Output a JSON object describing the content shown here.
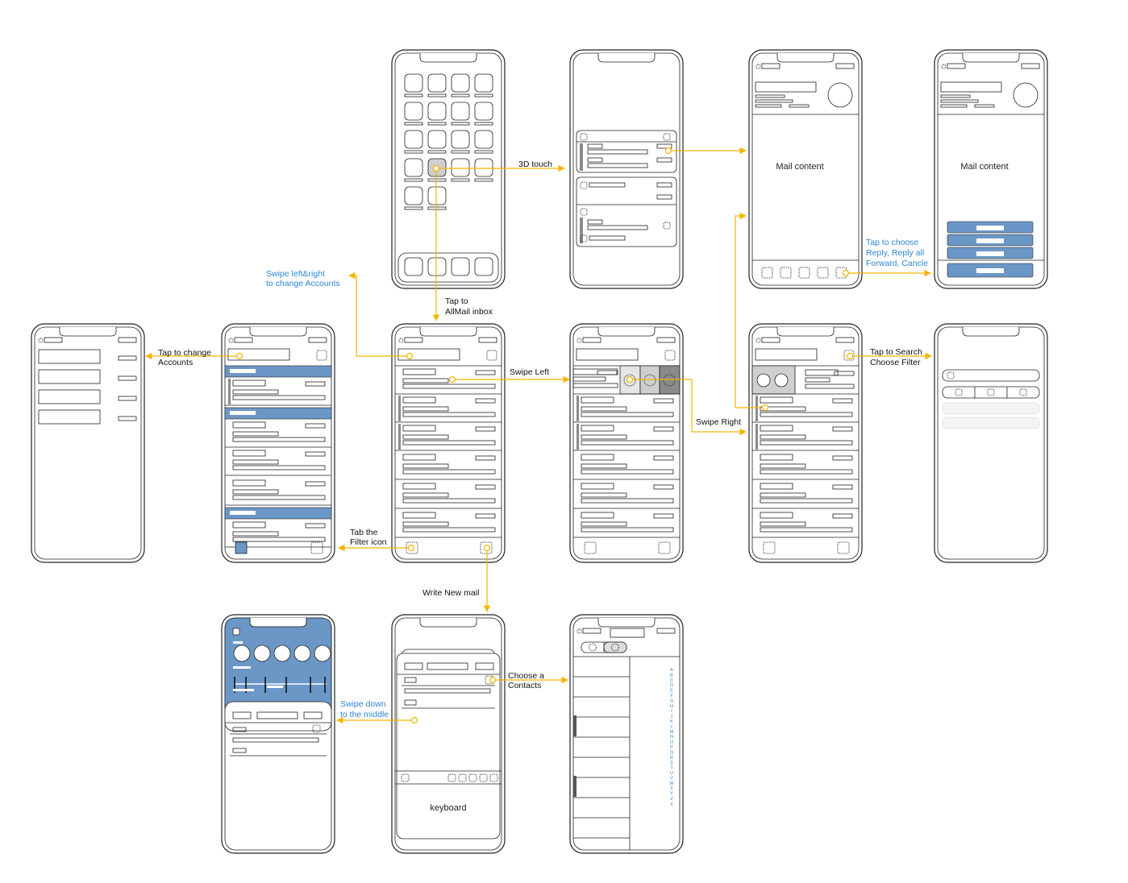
{
  "colors": {
    "arrow": "#f5b400",
    "accent_blue": "#6b97c6",
    "blue_text": "#2f86d6",
    "outline": "#222222",
    "gray_fill": "#cfcfcf",
    "dark_gray": "#8a8a8a"
  },
  "labels": {
    "three_d_touch": "3D touch",
    "tap_to_allmail_1": "Tap to",
    "tap_to_allmail_2": "AllMail inbox",
    "swipe_left": "Swipe Left",
    "swipe_right": "Swipe Right",
    "swipe_accounts_1": "Swipe left&right",
    "swipe_accounts_2": "to change Accounts",
    "tap_change_1": "Tap to change",
    "tap_change_2": "Accounts",
    "filter_icon_1": "Tab the",
    "filter_icon_2": "Filter icon",
    "write_new_mail": "Write New mail",
    "choose_contacts_1": "Choose a",
    "choose_contacts_2": "Contacts",
    "swipe_middle_1": "Swipe down",
    "swipe_middle_2": "to the middle",
    "tap_reply_1": "Tap to choose",
    "tap_reply_2": "Reply, Reply all",
    "tap_reply_3": "Forward, Cancle",
    "tap_search_1": "Tap to Search",
    "tap_search_2": "Choose Filter"
  },
  "screens": {
    "mail_content_1": "Mail content",
    "mail_content_2": "Mail content",
    "keyboard": "keyboard"
  },
  "alphabet": [
    "A",
    "B",
    "C",
    "D",
    "E",
    "F",
    "G",
    "H",
    "I",
    "J",
    "K",
    "L",
    "M",
    "N",
    "O",
    "P",
    "Q",
    "R",
    "S",
    "T",
    "U",
    "V",
    "W",
    "X",
    "Y",
    "Z",
    "#"
  ]
}
